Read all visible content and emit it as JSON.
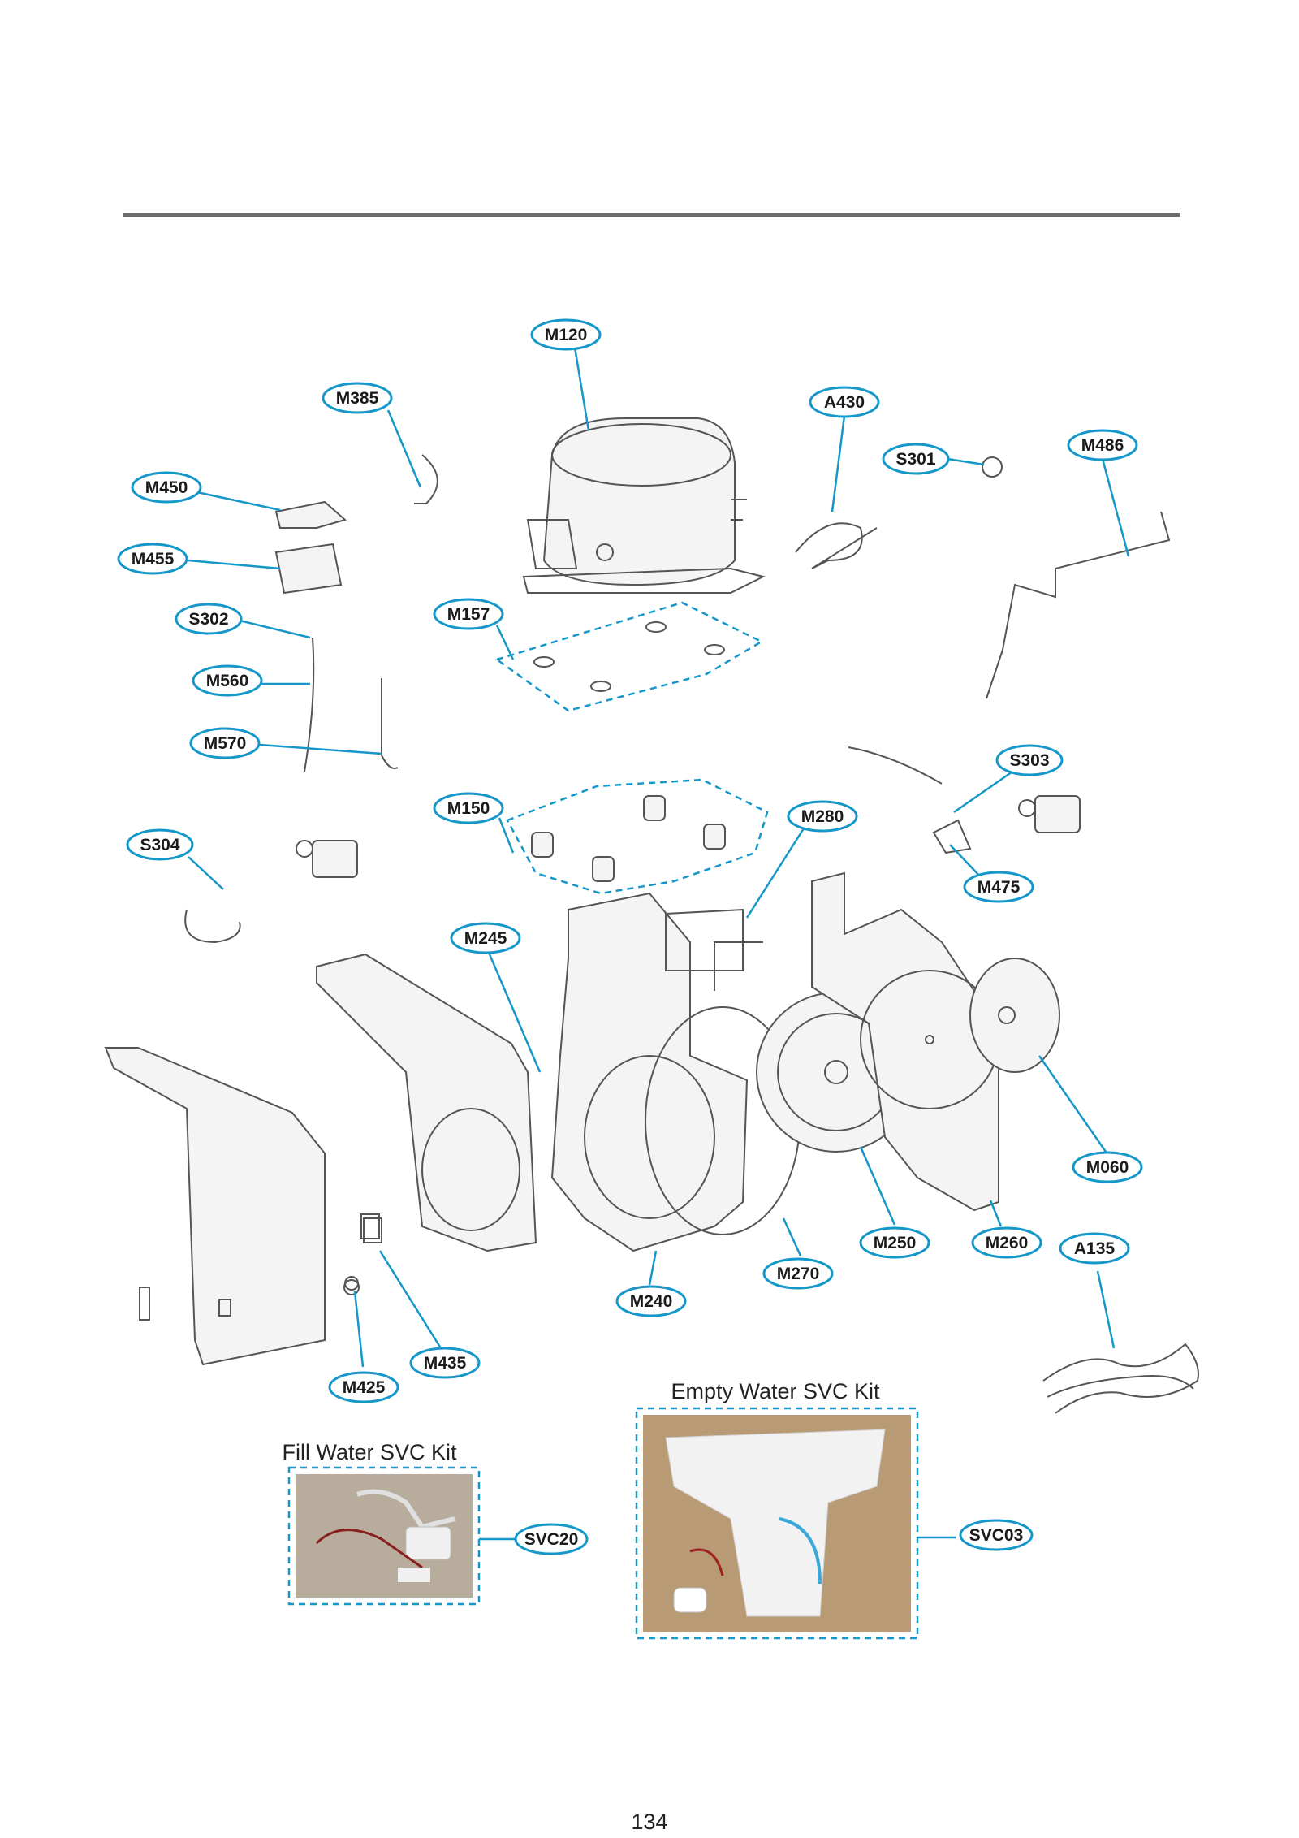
{
  "callouts": [
    {
      "id": "M120",
      "label": "M120"
    },
    {
      "id": "M385",
      "label": "M385"
    },
    {
      "id": "A430",
      "label": "A430"
    },
    {
      "id": "S301",
      "label": "S301"
    },
    {
      "id": "M486",
      "label": "M486"
    },
    {
      "id": "M450",
      "label": "M450"
    },
    {
      "id": "M455",
      "label": "M455"
    },
    {
      "id": "S302",
      "label": "S302"
    },
    {
      "id": "M157",
      "label": "M157"
    },
    {
      "id": "M560",
      "label": "M560"
    },
    {
      "id": "M570",
      "label": "M570"
    },
    {
      "id": "S303",
      "label": "S303"
    },
    {
      "id": "M150",
      "label": "M150"
    },
    {
      "id": "M280",
      "label": "M280"
    },
    {
      "id": "S304",
      "label": "S304"
    },
    {
      "id": "M475",
      "label": "M475"
    },
    {
      "id": "M245",
      "label": "M245"
    },
    {
      "id": "M060",
      "label": "M060"
    },
    {
      "id": "M250",
      "label": "M250"
    },
    {
      "id": "M260",
      "label": "M260"
    },
    {
      "id": "A135",
      "label": "A135"
    },
    {
      "id": "M270",
      "label": "M270"
    },
    {
      "id": "M240",
      "label": "M240"
    },
    {
      "id": "M435",
      "label": "M435"
    },
    {
      "id": "M425",
      "label": "M425"
    },
    {
      "id": "SVC20",
      "label": "SVC20"
    },
    {
      "id": "SVC03",
      "label": "SVC03"
    }
  ],
  "kits": {
    "fill_title": "Fill Water SVC Kit",
    "empty_title": "Empty Water SVC Kit"
  },
  "page_number": "134",
  "colors": {
    "accent": "#1597c9",
    "rule": "#6d6d6d"
  }
}
